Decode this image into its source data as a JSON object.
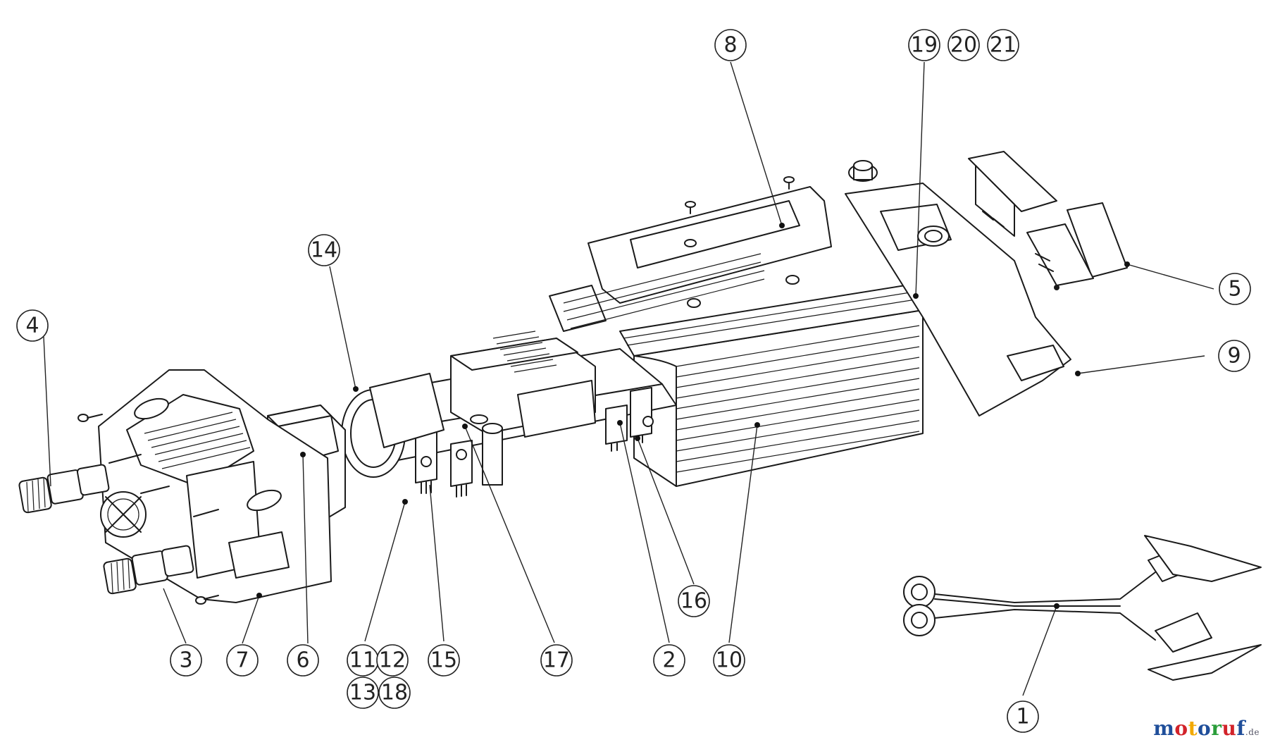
{
  "diagram": {
    "callouts": [
      {
        "id": "c1",
        "label": "1"
      },
      {
        "id": "c2",
        "label": "2"
      },
      {
        "id": "c3",
        "label": "3"
      },
      {
        "id": "c4",
        "label": "4"
      },
      {
        "id": "c5",
        "label": "5"
      },
      {
        "id": "c6",
        "label": "6"
      },
      {
        "id": "c7",
        "label": "7"
      },
      {
        "id": "c8",
        "label": "8"
      },
      {
        "id": "c9",
        "label": "9"
      },
      {
        "id": "c10",
        "label": "10"
      },
      {
        "id": "c11",
        "label": "11"
      },
      {
        "id": "c12",
        "label": "12"
      },
      {
        "id": "c13",
        "label": "13"
      },
      {
        "id": "c14",
        "label": "14"
      },
      {
        "id": "c15",
        "label": "15"
      },
      {
        "id": "c16",
        "label": "16"
      },
      {
        "id": "c17",
        "label": "17"
      },
      {
        "id": "c18",
        "label": "18"
      },
      {
        "id": "c19",
        "label": "19"
      },
      {
        "id": "c20",
        "label": "20"
      },
      {
        "id": "c21",
        "label": "21"
      }
    ]
  },
  "watermark": {
    "letters": [
      "m",
      "o",
      "t",
      "o",
      "r",
      "u",
      "f"
    ],
    "letter_colors": [
      "#1f4e9a",
      "#d2232a",
      "#f2a900",
      "#1f4e9a",
      "#2a9d3a",
      "#d2232a",
      "#1f4e9a"
    ],
    "suffix": ".de"
  }
}
